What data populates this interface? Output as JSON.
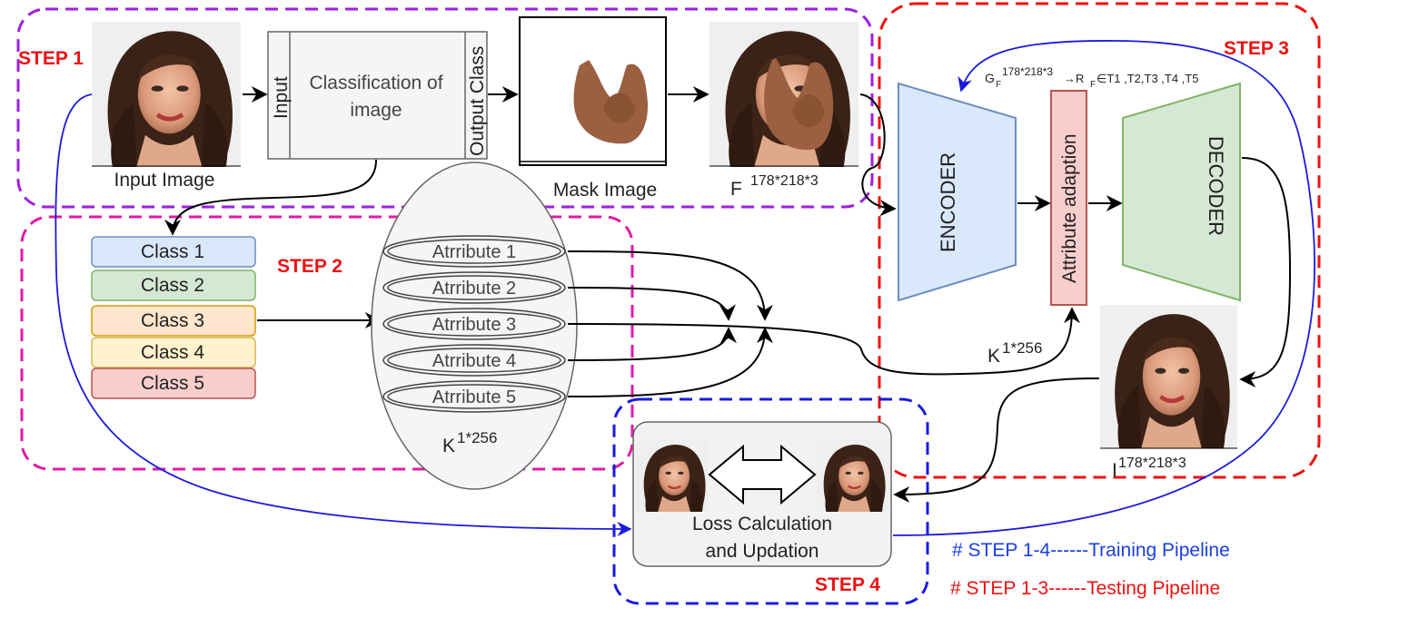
{
  "steps": {
    "step1": "STEP 1",
    "step2": "STEP 2",
    "step3": "STEP 3",
    "step4": "STEP 4"
  },
  "step1": {
    "input_image_label": "Input Image",
    "classifier": {
      "input_label": "Input",
      "title_line1": "Classification of",
      "title_line2": "image",
      "output_label": "Output Class"
    },
    "mask_image_label": "Mask Image",
    "masked_image_label": "F",
    "masked_image_sup": "178*218*3"
  },
  "step2": {
    "classes": [
      {
        "label": "Class 1",
        "fill": "#dae8fc",
        "stroke": "#6c8ebf"
      },
      {
        "label": "Class 2",
        "fill": "#d5e8d4",
        "stroke": "#82b366"
      },
      {
        "label": "Class 3",
        "fill": "#ffe6cc",
        "stroke": "#d79b00"
      },
      {
        "label": "Class 4",
        "fill": "#fff2cc",
        "stroke": "#d6b656"
      },
      {
        "label": "Class 5",
        "fill": "#f8cecc",
        "stroke": "#b85450"
      }
    ],
    "attributes": [
      "Atrribute 1",
      "Atrribute 2",
      "Atrribute 3",
      "Atrribute 4",
      "Atrribute 5"
    ],
    "k_label": "K",
    "k_sup": "1*256"
  },
  "step3": {
    "encoder": "ENCODER",
    "attribute_adaption": "Attribute adaption",
    "decoder": "DECODER",
    "formula": {
      "g": "G",
      "g_sub": "F",
      "g_sup": "178*218*3",
      "arrow_r": "→R",
      "r_sub": "F",
      "rest": "∈T1 ,T2,T3 ,T4 ,T5"
    },
    "k_label": "K",
    "k_sup": "1*256",
    "output_label": "I",
    "output_sup": "178*218*3"
  },
  "step4": {
    "loss_line1": "Loss Calculation",
    "loss_line2": "and Updation"
  },
  "notes": {
    "training": "# STEP 1-4------Training Pipeline",
    "testing": "# STEP 1-3------Testing Pipeline"
  },
  "colors": {
    "step1_border": "#9d1fe0",
    "step2_border": "#e01aa8",
    "step3_border": "#ee1111",
    "step4_border": "#1a1ae0",
    "encoder_fill": "#dae8fc",
    "decoder_fill": "#d5e8d4",
    "adaption_fill": "#f8cecc",
    "mask_paint": "#9a6040",
    "training_note": "#1a3fe0",
    "testing_note": "#ee1111"
  }
}
